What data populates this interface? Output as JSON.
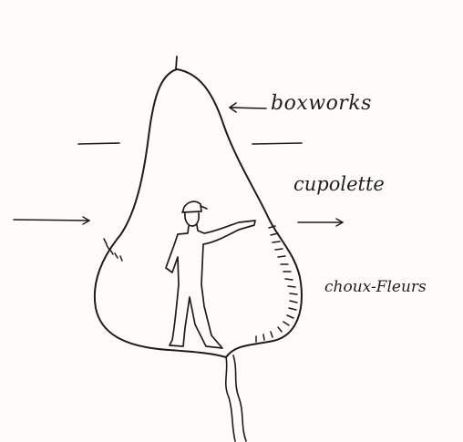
{
  "labels": {
    "boxworks": "boxworks",
    "cupolette": "cupolette",
    "choux_fleurs": "choux-Fleurs"
  },
  "ink_color": "#1c1c1c",
  "paper_color": "#fdfcf8"
}
